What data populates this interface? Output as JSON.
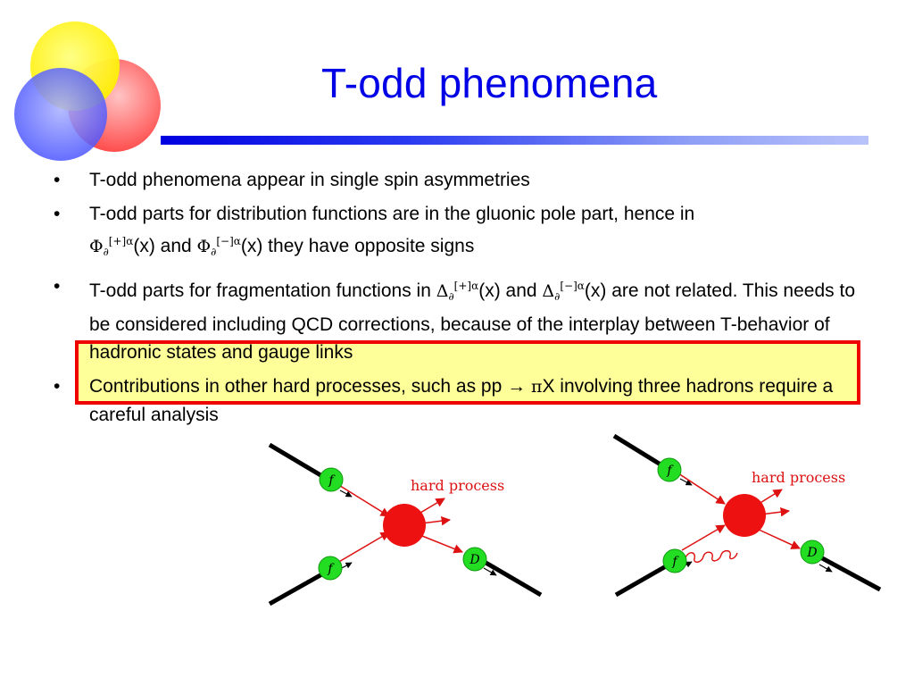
{
  "slide": {
    "title": "T-odd phenomena",
    "bullets": [
      {
        "text": "T-odd phenomena appear in single spin asymmetries"
      },
      {
        "pre": "T-odd parts for distribution functions are in the gluonic pole part, hence in",
        "sym1": "Φ",
        "sub1": "∂",
        "sup1": "[+]α",
        "mid": "(x) and ",
        "sym2": "Φ",
        "sub2": "∂",
        "sup2": "[−]α",
        "post": "(x) they have opposite signs"
      },
      {
        "pre": "T-odd parts for fragmentation functions in ",
        "sym1": "Δ",
        "sub1": "∂",
        "sup1": "[+]α",
        "mid": "(x) and ",
        "sym2": "Δ",
        "sub2": "∂",
        "sup2": "[−]α",
        "post": "(x) are not related. This needs to be considered including QCD corrections, because of the interplay between T-behavior of hadronic states and gauge links"
      },
      {
        "pre": "Contributions in other hard processes, such as pp ",
        "arrow": "→",
        "pi": "π",
        "post": "X involving three hadrons require a careful analysis"
      }
    ],
    "bullet_char": "•"
  },
  "diagram_left": {
    "label": "hard process",
    "top_blob": "f",
    "bottom_blob": "f",
    "right_blob": "D"
  },
  "diagram_right": {
    "label": "hard process",
    "top_blob": "f",
    "bottom_blob": "f",
    "right_blob": "D"
  },
  "colors": {
    "title": "#0000e6",
    "highlight_fill": "#ffff99",
    "highlight_border": "#ee0000",
    "blob_green": "#22dd22",
    "hard_red": "#ee1111",
    "label_red": "#dd1111"
  }
}
